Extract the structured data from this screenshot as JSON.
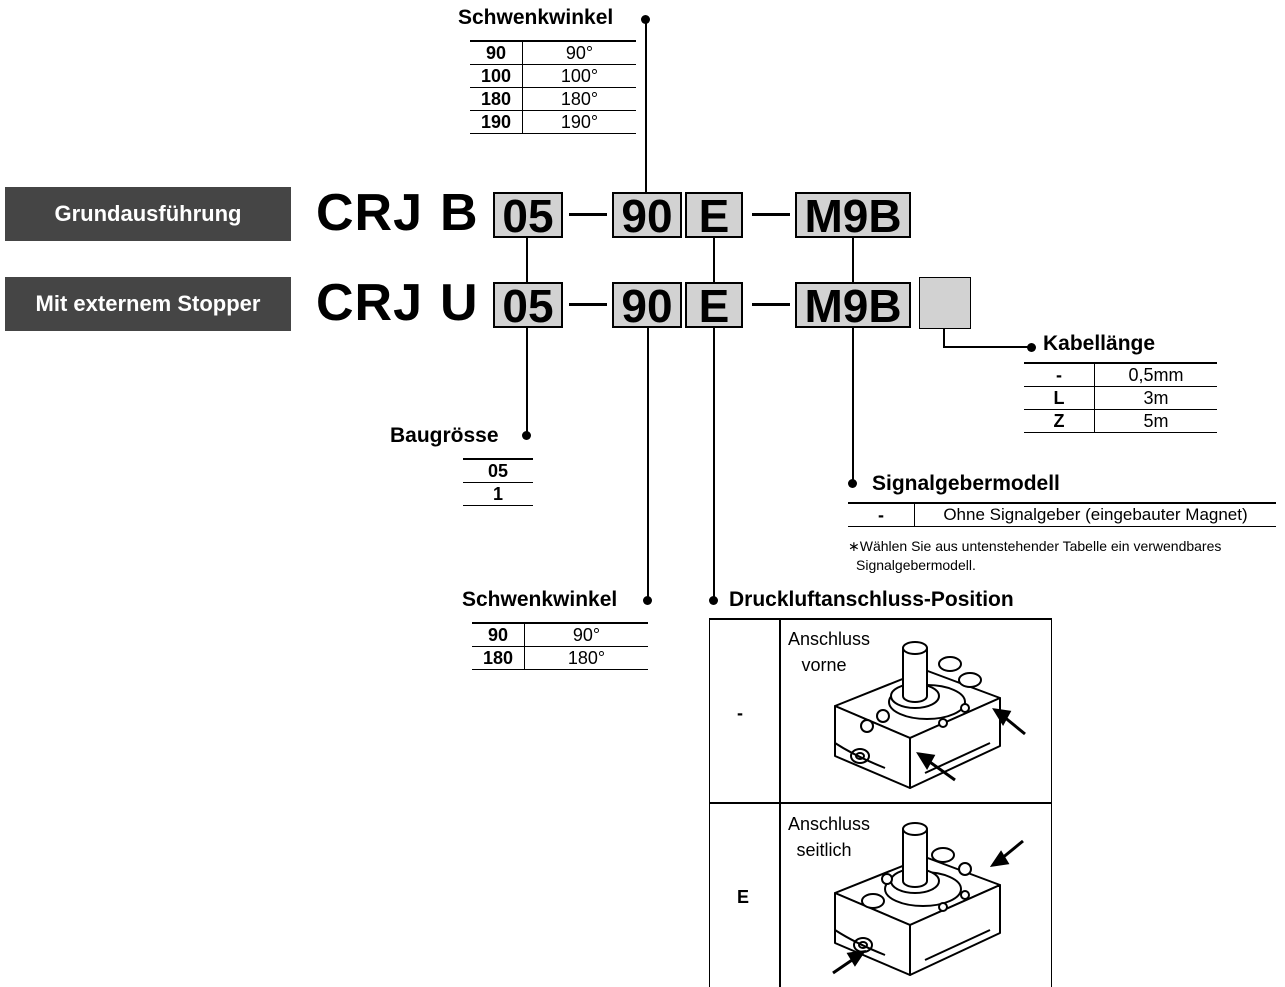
{
  "variants": {
    "basic_label": "Grundausführung",
    "stopper_label": "Mit externem Stopper"
  },
  "codes": {
    "basic": {
      "series": "CRJ",
      "type": "B",
      "size": "05",
      "angle": "90",
      "port": "E",
      "switch": "M9B"
    },
    "stopper": {
      "series": "CRJ",
      "type": "U",
      "size": "05",
      "angle": "90",
      "port": "E",
      "switch": "M9B"
    }
  },
  "rotation_basic": {
    "title": "Schwenkwinkel",
    "rows": [
      {
        "code": "90",
        "value": "90°"
      },
      {
        "code": "100",
        "value": "100°"
      },
      {
        "code": "180",
        "value": "180°"
      },
      {
        "code": "190",
        "value": "190°"
      }
    ]
  },
  "rotation_stopper": {
    "title": "Schwenkwinkel",
    "rows": [
      {
        "code": "90",
        "value": "90°"
      },
      {
        "code": "180",
        "value": "180°"
      }
    ]
  },
  "size": {
    "title": "Baugrösse",
    "rows": [
      "05",
      "1"
    ]
  },
  "cable": {
    "title": "Kabellänge",
    "rows": [
      {
        "code": "-",
        "value": "0,5mm"
      },
      {
        "code": "L",
        "value": "3m"
      },
      {
        "code": "Z",
        "value": "5m"
      }
    ]
  },
  "switch": {
    "title": "Signalgebermodell",
    "rows": [
      {
        "code": "-",
        "value": "Ohne Signalgeber (eingebauter Magnet)"
      }
    ],
    "note_line1": "∗Wählen Sie aus untenstehender Tabelle ein verwendbares",
    "note_line2": "Signalgebermodell."
  },
  "port": {
    "title": "Druckluftanschluss-Position",
    "rows": [
      {
        "code": "-",
        "caption1": "Anschluss",
        "caption2": "vorne"
      },
      {
        "code": "E",
        "caption1": "Anschluss",
        "caption2": "seitlich"
      }
    ]
  }
}
